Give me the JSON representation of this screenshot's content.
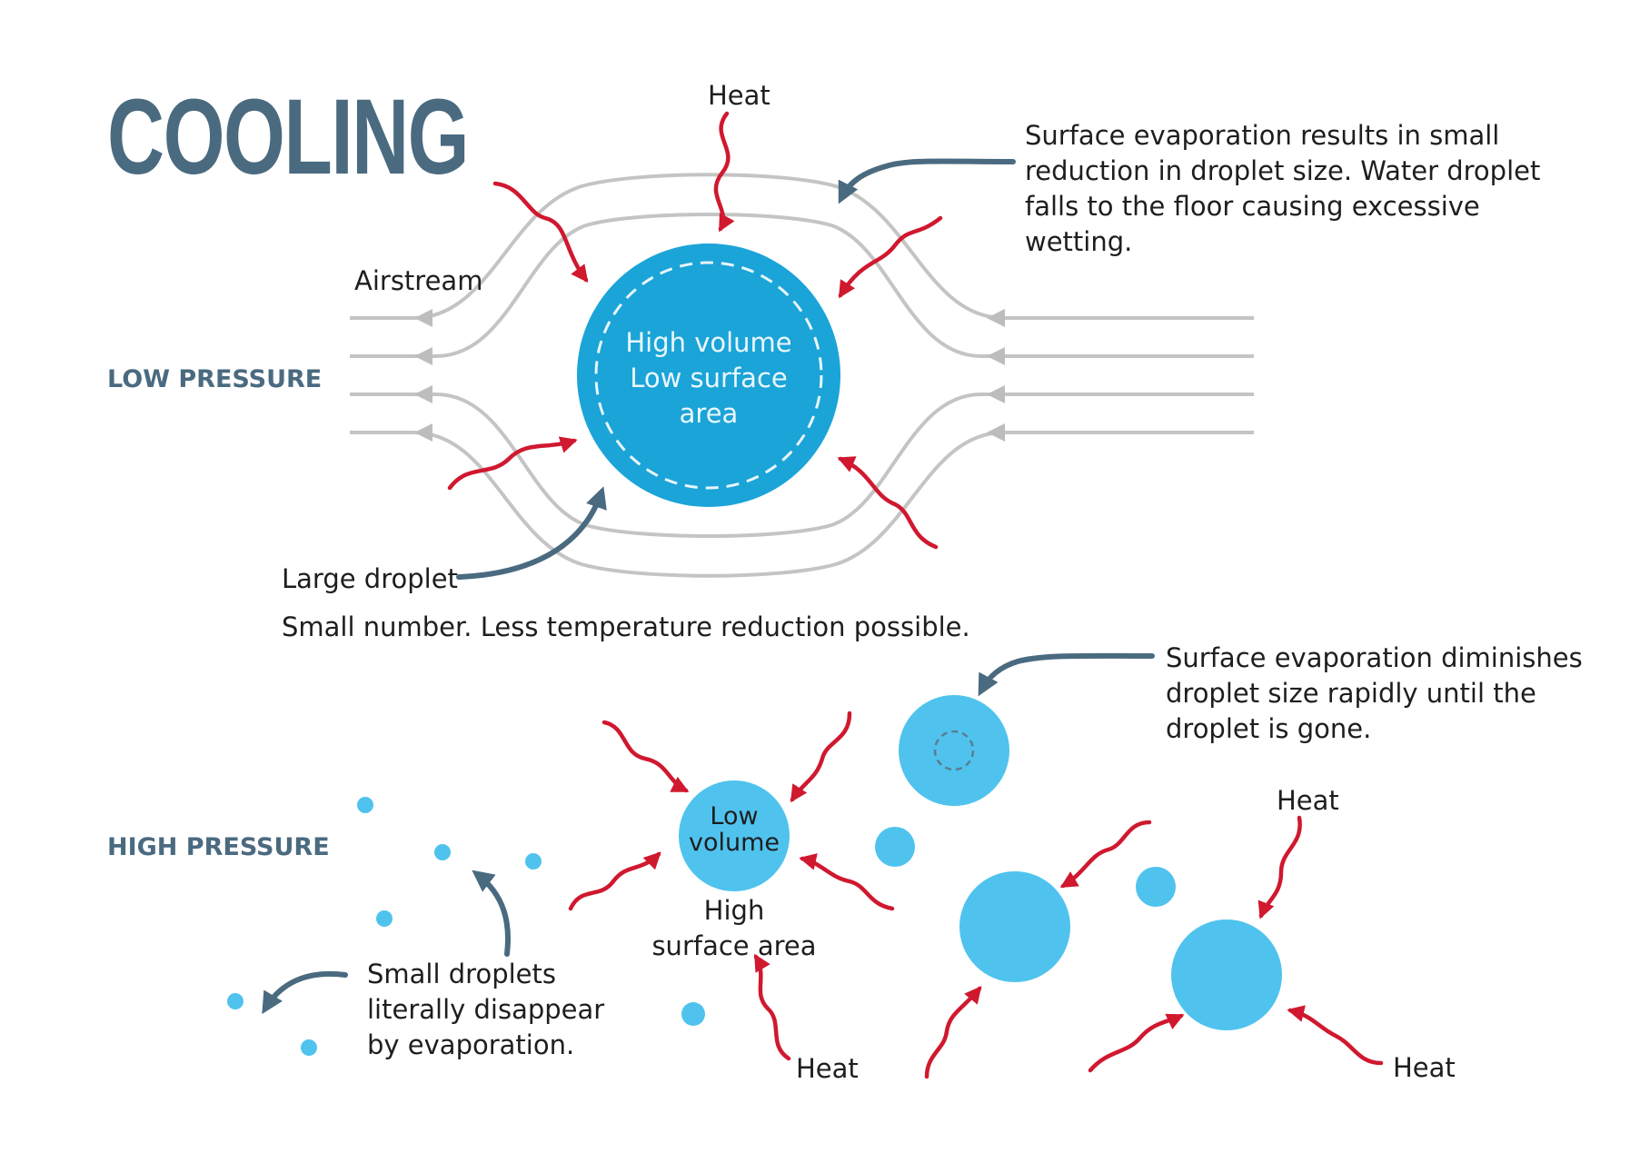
{
  "title": "COOLING",
  "low_pressure": {
    "label": "LOW PRESSURE",
    "airstream_label": "Airstream",
    "heat_label": "Heat",
    "droplet_text": "High volume\nLow surface\narea",
    "callout_evaporation": "Surface evaporation results in small\nreduction in droplet size. Water droplet\nfalls to the floor causing excessive\nwetting.",
    "large_droplet_label": "Large droplet",
    "summary": "Small number. Less temperature reduction possible."
  },
  "high_pressure": {
    "label": "HIGH PRESSURE",
    "droplet_text": "Low\nvolume",
    "droplet_caption": "High\nsurface area",
    "heat_label_bottom": "Heat",
    "heat_label_right_top": "Heat",
    "heat_label_right_bottom": "Heat",
    "callout_diminish": "Surface evaporation diminishes\ndroplet size rapidly until the\ndroplet is gone.",
    "small_droplets_text": "Small droplets\nliterally disappear\nby evaporation."
  },
  "colors": {
    "title": "#4a6a80",
    "large_droplet": "#1ba4d8",
    "small_droplet": "#4fc3ee",
    "heat_arrow": "#d0182f",
    "airflow": "#c4c4c4",
    "callout_arrow": "#4a6a80"
  }
}
